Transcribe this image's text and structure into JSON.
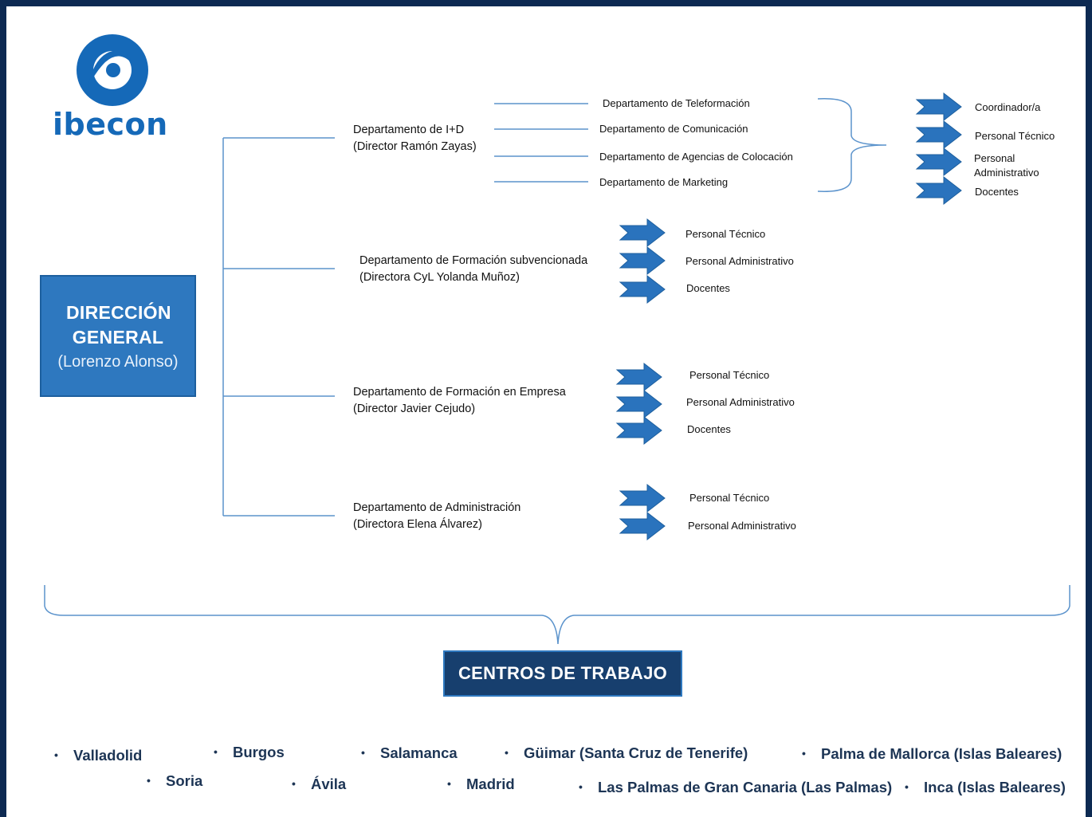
{
  "logo": {
    "text": "ibecon"
  },
  "direccion": {
    "title": "DIRECCIÓN GENERAL",
    "person": "(Lorenzo Alonso)"
  },
  "departments": [
    {
      "name": "Departamento de I+D",
      "head": "(Director Ramón Zayas)"
    },
    {
      "name": "Departamento de Formación subvencionada",
      "head": "(Directora CyL Yolanda Muñoz)"
    },
    {
      "name": "Departamento de Formación en Empresa",
      "head": "(Director Javier Cejudo)"
    },
    {
      "name": "Departamento de Administración",
      "head": "(Directora Elena Álvarez)"
    }
  ],
  "id_subdepartments": [
    "Departamento de  Teleformación",
    "Departamento de Comunicación",
    "Departamento de Agencias de Colocación",
    "Departamento de Marketing"
  ],
  "id_roles": [
    "Coordinador/a",
    "Personal Técnico",
    "Personal Administrativo",
    "Docentes"
  ],
  "formacion_subvencionada_roles": [
    "Personal Técnico",
    "Personal Administrativo",
    "Docentes"
  ],
  "formacion_empresa_roles": [
    "Personal Técnico",
    "Personal Administrativo",
    "Docentes"
  ],
  "administracion_roles": [
    "Personal Técnico",
    "Personal Administrativo"
  ],
  "centros": {
    "title": "CENTROS DE TRABAJO",
    "row1": [
      "Valladolid",
      "Burgos",
      "Salamanca",
      "Güimar (Santa Cruz de Tenerife)",
      "Palma de Mallorca (Islas Baleares)"
    ],
    "row2": [
      "Soria",
      "Ávila",
      "Madrid",
      "Las Palmas de Gran Canaria (Las Palmas)",
      "Inca (Islas Baleares)"
    ]
  },
  "colors": {
    "frame": "#0d2a52",
    "brand_blue": "#1569b8",
    "box_blue": "#2e78bf",
    "dark_box": "#173f6e",
    "line_blue": "#7aa6d6",
    "arrow_blue": "#2a73bd"
  }
}
